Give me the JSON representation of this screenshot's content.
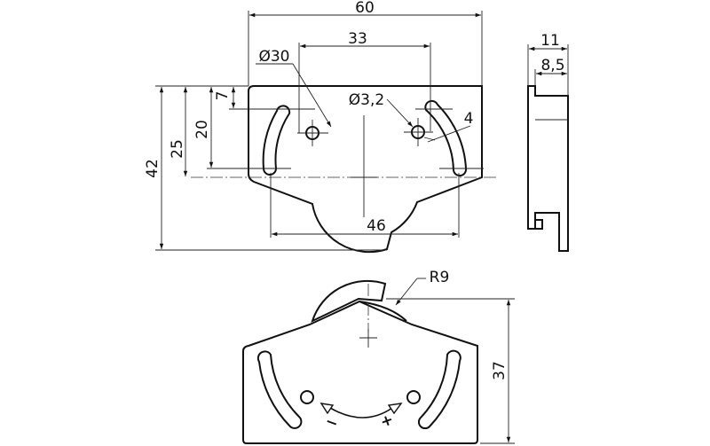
{
  "drawing": {
    "top_view": {
      "dim_overall_width": "60",
      "dim_slot_spacing": "33",
      "dim_circle_diameter": "Ø30",
      "dim_hole_diameter": "Ø3,2",
      "dim_slot_width": "4",
      "dim_overall_height": "42",
      "dim_center_height": "25",
      "dim_slot_end": "20",
      "dim_slot_start": "7",
      "dim_slot_outer_spacing": "46"
    },
    "side_view": {
      "dim_total_depth": "11",
      "dim_body_depth": "8,5"
    },
    "bottom_view": {
      "dim_radius": "R9",
      "dim_height": "37",
      "minus_symbol": "−",
      "plus_symbol": "+"
    }
  }
}
